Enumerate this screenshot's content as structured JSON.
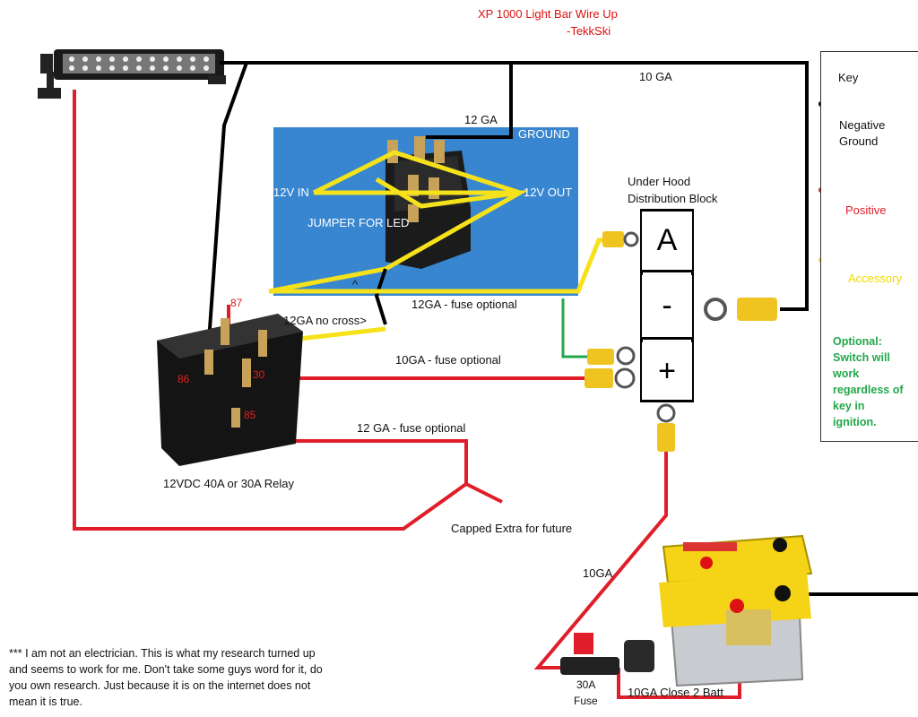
{
  "title": "XP 1000 Light Bar Wire Up",
  "author": "-TekkSki",
  "colors": {
    "negative": "#000000",
    "positive": "#e01e2a",
    "accessory": "#f5e21b",
    "optional": "#22a84a",
    "terminal": "#f0c420",
    "battery_top": "#f5d316",
    "battery_body": "#c8ccd0"
  },
  "key": {
    "heading": "Key",
    "items": [
      {
        "label": "Negative Ground",
        "color": "#000000"
      },
      {
        "label": "Positive",
        "color": "#e01e2a"
      },
      {
        "label": "Accessory",
        "color": "#f5e21b"
      },
      {
        "label": "Optional: Switch will work regardless of key in ignition.",
        "color": "#22a84a"
      }
    ]
  },
  "switch": {
    "ground": "GROUND",
    "in": "12V IN",
    "out": "12V OUT",
    "jumper": "JUMPER FOR LED"
  },
  "distribution_block": {
    "label_line1": "Under Hood",
    "label_line2": "Distribution Block",
    "cells": [
      "A",
      "-",
      "+"
    ]
  },
  "relay": {
    "label": "12VDC 40A or 30A Relay",
    "pins": {
      "p87": "87",
      "p30": "30",
      "p85": "85",
      "p86": "86"
    }
  },
  "wire_labels": {
    "ten_ga_top": "10 GA",
    "twelve_ga_top": "12 GA",
    "twelve_ga_fuse": "12GA - fuse optional",
    "no_cross": "12GA no cross>",
    "caret": "^",
    "ten_ga_fuse": "10GA - fuse optional",
    "twelve_ga_fuse_low": "12 GA - fuse optional",
    "capped": "Capped Extra for future",
    "ten_ga_batt": "10GA",
    "close_batt": "10GA Close 2 Batt"
  },
  "fuse": {
    "line1": "30A",
    "line2": "Fuse"
  },
  "disclaimer": "*** I am not an  electrician. This is what my research turned up and seems to work for me. Don't take some guys word for it, do you own research. Just because it is on the internet does not mean it is true."
}
